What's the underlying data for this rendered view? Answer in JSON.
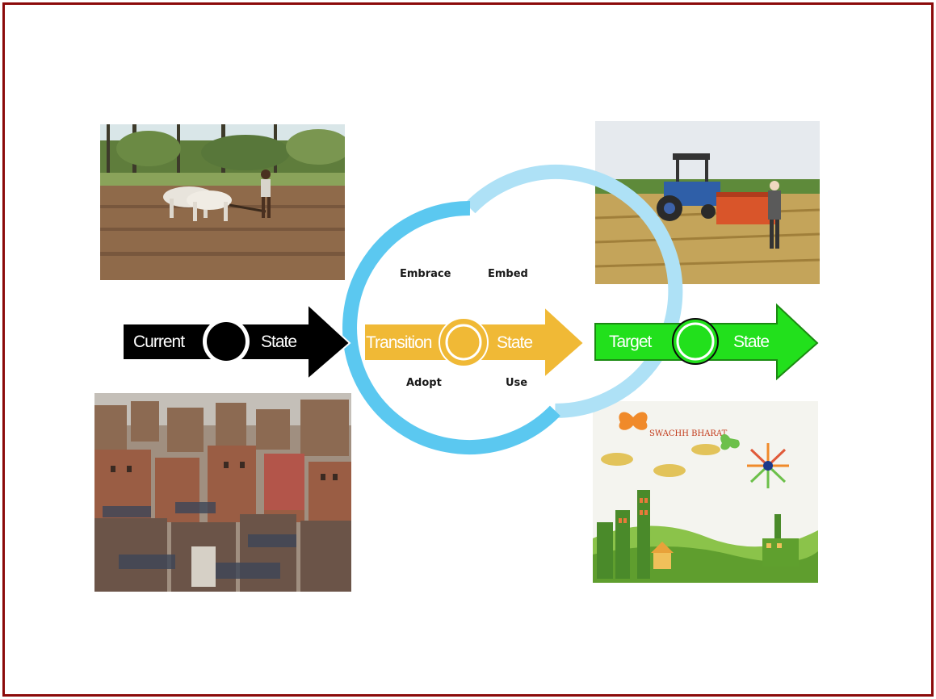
{
  "stages": {
    "current": {
      "word1": "Current",
      "word2": "State",
      "color": "#000000"
    },
    "transition": {
      "word1": "Transition",
      "word2": "State",
      "color": "#f0b936"
    },
    "target": {
      "word1": "Target",
      "word2": "State",
      "color": "#22e01c"
    }
  },
  "cycle": {
    "labels": [
      "Embrace",
      "Embed",
      "Adopt",
      "Use"
    ],
    "ring_colors": [
      "#5bc8f0",
      "#aee1f6"
    ]
  },
  "photos": {
    "target_bottom_brand": "SWACHH BHARAT"
  },
  "frame_color": "#8b0a0a"
}
